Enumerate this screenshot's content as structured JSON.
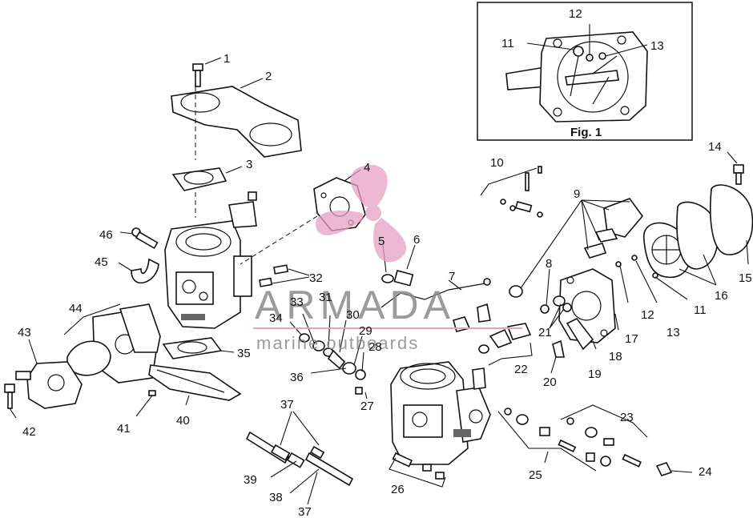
{
  "callouts": [
    "1",
    "2",
    "3",
    "4",
    "5",
    "6",
    "7",
    "8",
    "9",
    "10",
    "11",
    "12",
    "13",
    "14",
    "15",
    "16",
    "17",
    "18",
    "19",
    "20",
    "21",
    "22",
    "23",
    "24",
    "25",
    "26",
    "27",
    "28",
    "29",
    "30",
    "31",
    "32",
    "33",
    "34",
    "35",
    "36",
    "37",
    "38",
    "39",
    "40",
    "41",
    "42",
    "43",
    "44",
    "45",
    "46"
  ],
  "inset": {
    "caption": "Fig. 1",
    "callouts": [
      "11",
      "12",
      "13"
    ]
  },
  "watermark": {
    "brand": "ARMADA",
    "tagline": "marine outboards",
    "color": "#e6a0c4"
  }
}
